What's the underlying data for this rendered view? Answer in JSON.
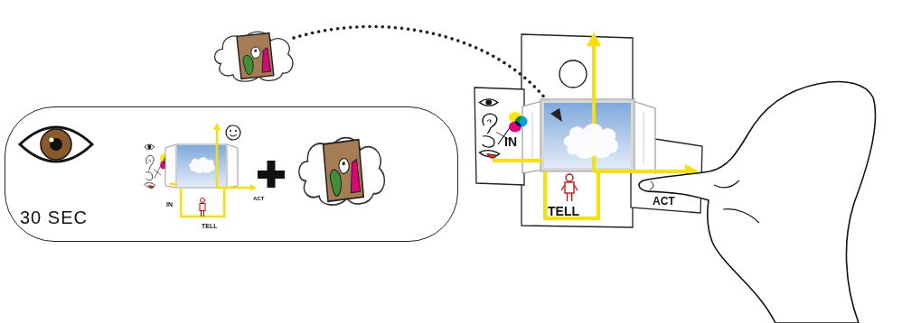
{
  "diagram": {
    "nodes": [
      {
        "text": [
          "30 SEC"
        ]
      },
      {
        "text": [
          "IN",
          "ACT",
          "TELL"
        ],
        "in": 0
      },
      {
        "text": [
          "IN",
          "ACT",
          "TELL"
        ]
      }
    ]
  }
}
